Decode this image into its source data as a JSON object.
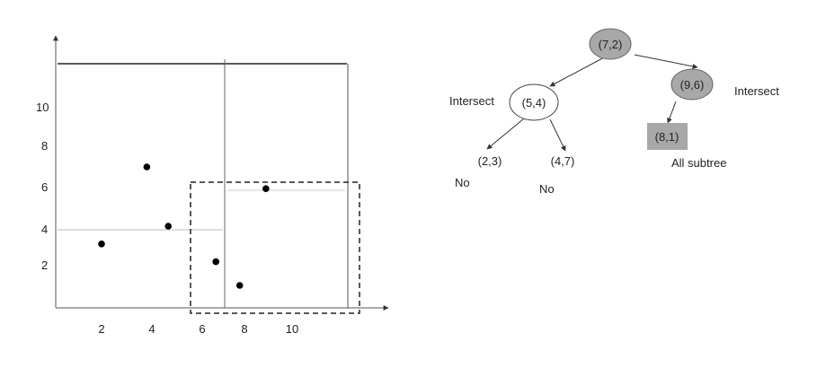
{
  "plot": {
    "x_ticks": [
      "2",
      "4",
      "6",
      "8",
      "10"
    ],
    "y_ticks": [
      "10",
      "8",
      "6",
      "4",
      "2"
    ],
    "points": [
      {
        "x": 2.0,
        "y": 3.1
      },
      {
        "x": 3.9,
        "y": 7.0
      },
      {
        "x": 4.8,
        "y": 4.0
      },
      {
        "x": 6.8,
        "y": 2.2
      },
      {
        "x": 7.8,
        "y": 1.0
      },
      {
        "x": 8.9,
        "y": 5.9
      }
    ]
  },
  "tree": {
    "root": "(7,2)",
    "left": "(5,4)",
    "right": "(9,6)",
    "left_left": "(2,3)",
    "left_right": "(4,7)",
    "right_child": "(8,1)",
    "intersect_left": "Intersect",
    "intersect_right": "Intersect",
    "no_left": "No",
    "no_right": "No",
    "all_subtree": "All subtree"
  },
  "colors": {
    "filled_node": "#a8a8a8",
    "open_node": "#ffffff",
    "point": "#000000"
  }
}
